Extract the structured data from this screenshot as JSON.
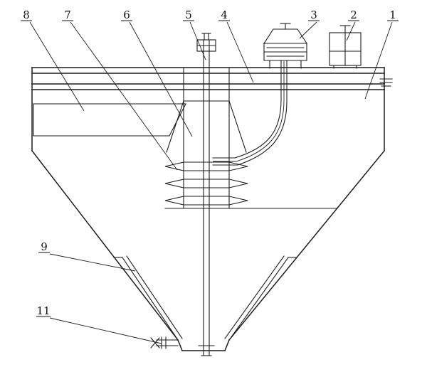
{
  "figure": {
    "callouts": [
      {
        "ref": "8"
      },
      {
        "ref": "7"
      },
      {
        "ref": "6"
      },
      {
        "ref": "5"
      },
      {
        "ref": "4"
      },
      {
        "ref": "3"
      },
      {
        "ref": "2"
      },
      {
        "ref": "1"
      },
      {
        "ref": "9"
      },
      {
        "ref": "11"
      }
    ],
    "colors": {
      "line": "#1c1c1c",
      "background": "#ffffff"
    }
  }
}
